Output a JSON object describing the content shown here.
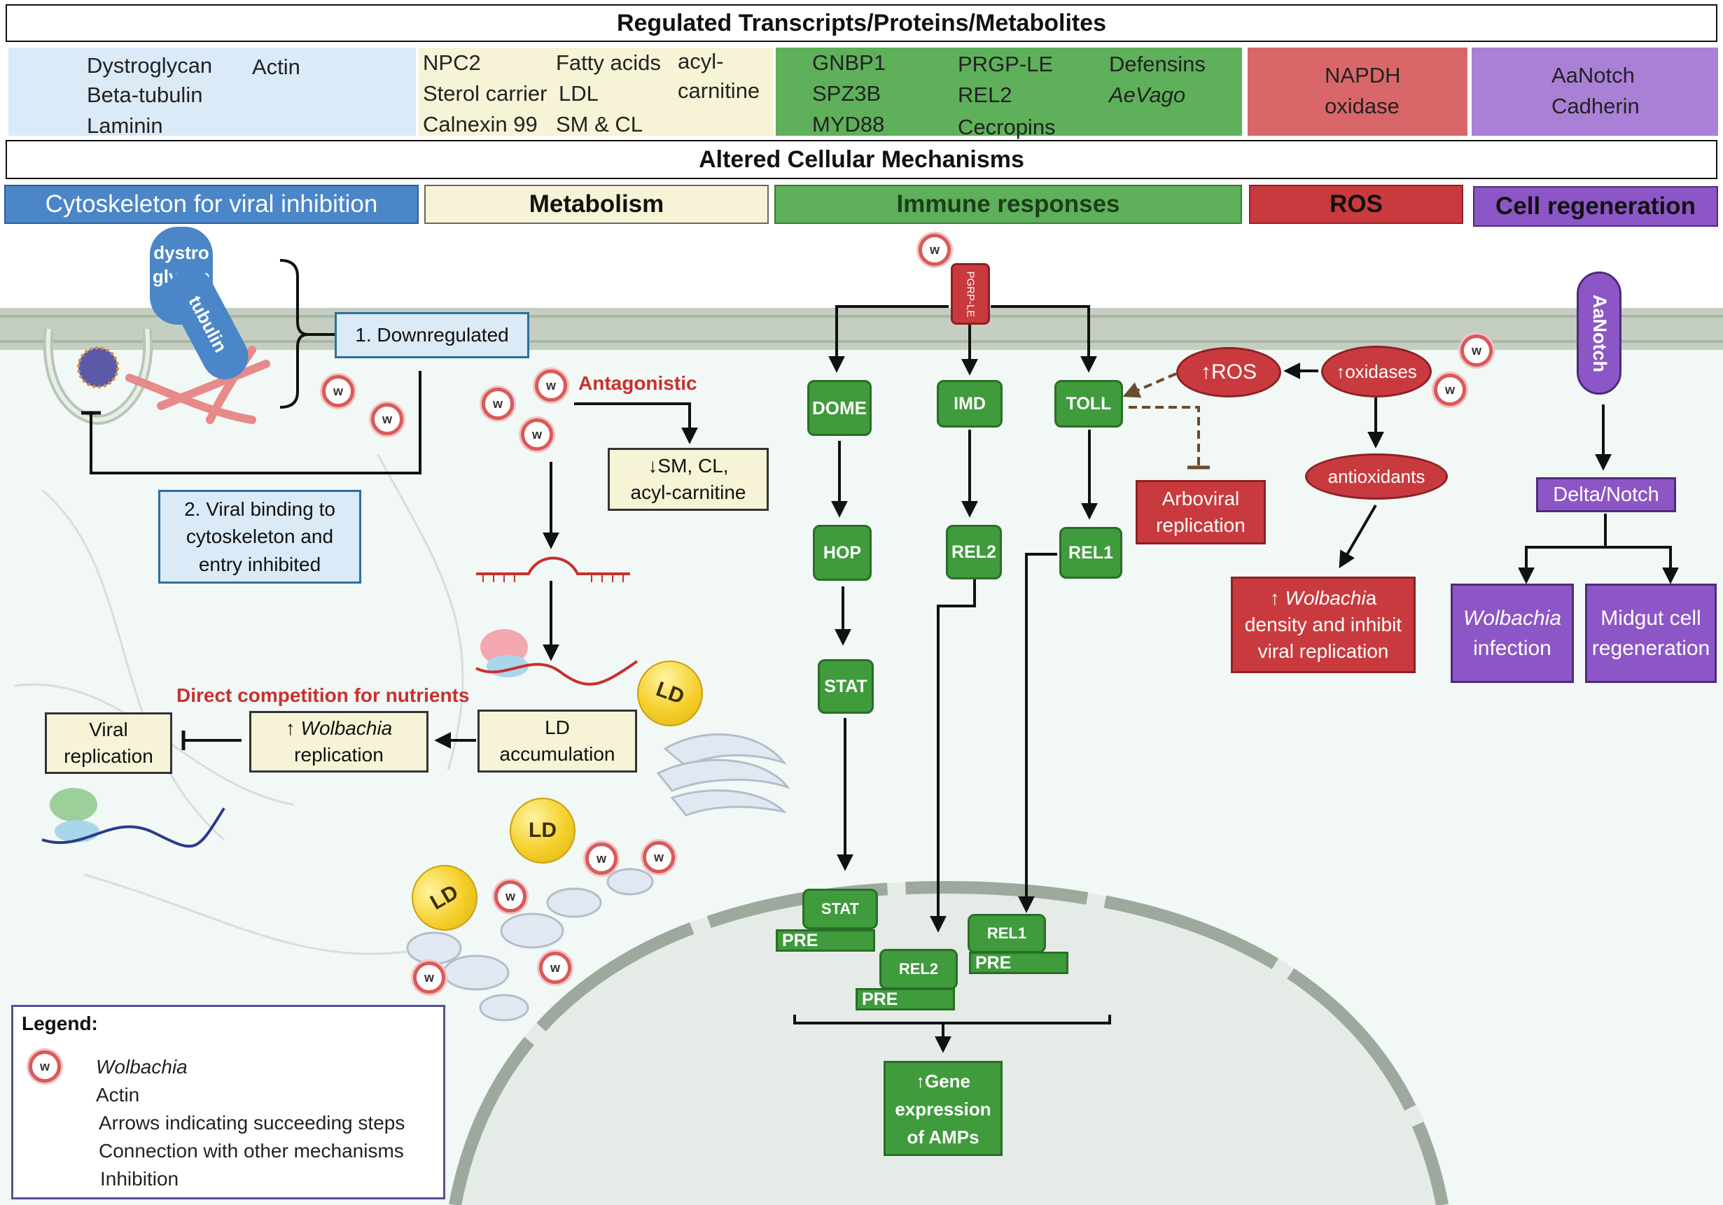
{
  "headers": {
    "top": "Regulated Transcripts/Proteins/Metabolites",
    "middle": "Altered Cellular Mechanisms"
  },
  "transcripts": {
    "cytoskeleton": [
      "Dystroglycan",
      "Actin",
      "Beta-tubulin",
      "Laminin"
    ],
    "metabolism": [
      "NPC2",
      "Fatty acids",
      "acyl-",
      "Sterol carrier",
      "LDL",
      "carnitine",
      "Calnexin 99",
      "SM & CL"
    ],
    "immune": [
      "GNBP1",
      "PRGP-LE",
      "Defensins",
      "SPZ3B",
      "REL2",
      "AeVago",
      "MYD88",
      "Cecropins"
    ],
    "ros": [
      "NAPDH",
      "oxidase"
    ],
    "regeneration": [
      "AaNotch",
      "Cadherin"
    ]
  },
  "categories": {
    "cytoskeleton": "Cytoskeleton for viral inhibition",
    "metabolism": "Metabolism",
    "immune": "Immune responses",
    "ros": "ROS",
    "regeneration": "Cell regeneration"
  },
  "colors": {
    "cyto": "#dbeaf7",
    "cyto_bar": "#4a86c8",
    "metab": "#f7f3d6",
    "immune": "#3f9b3c",
    "ros": "#c93a3e",
    "regen": "#8d56c6"
  },
  "cyto_panel": {
    "dystroglycan_1": "dystro",
    "dystroglycan_2": "glycan",
    "tubulin": "tubulin",
    "downregulated": "1. Downregulated",
    "viral_binding_1": "2. Viral binding to",
    "viral_binding_2": "cytoskeleton and",
    "viral_binding_3": "entry  inhibited"
  },
  "metab_panel": {
    "antagonistic": "Antagonistic",
    "sm_1": "↓SM, CL,",
    "sm_2": "acyl-carnitine",
    "direct_competition": "Direct competition for nutrients",
    "viral_rep_1": "Viral",
    "viral_rep_2": "replication",
    "wol_rep_arrow": "↑",
    "wol_rep_name": "Wolbachia",
    "wol_rep_2": "replication",
    "ld_acc_1": "LD",
    "ld_acc_2": "accumulation",
    "ld": "LD"
  },
  "immune_panel": {
    "pgrp": "PGRP-LE",
    "dome": "DOME",
    "imd": "IMD",
    "toll": "TOLL",
    "hop": "HOP",
    "rel2": "REL2",
    "rel1": "REL1",
    "stat": "STAT",
    "nuc_stat": "STAT",
    "nuc_rel2": "REL2",
    "nuc_rel1": "REL1",
    "pre": "PRE",
    "gene_1": "↑Gene",
    "gene_2": "expression",
    "gene_3": "of AMPs"
  },
  "ros_panel": {
    "ros": "↑ROS",
    "oxidases": "↑oxidases",
    "antioxidants": "antioxidants",
    "arboviral_1": "Arboviral",
    "arboviral_2": "replication",
    "density_arrow": "↑",
    "density_name": "Wolbachi",
    "density_suffix": "a",
    "density_2": "density and inhibit",
    "density_3": "viral replication"
  },
  "regen_panel": {
    "aanotch": "AaNotch",
    "delta": "Delta/Notch",
    "wol_inf_1": "Wolbachia",
    "wol_inf_2": "infection",
    "midgut_1": "Midgut cell",
    "midgut_2": "regeneration"
  },
  "wolbachia_glyph": "w",
  "legend": {
    "title": "Legend:",
    "wolbachia": "Wolbachia",
    "actin": "Actin",
    "arrows": "Arrows indicating succeeding steps",
    "connection": "Connection with other mechanisms",
    "inhibition": "Inhibition"
  }
}
